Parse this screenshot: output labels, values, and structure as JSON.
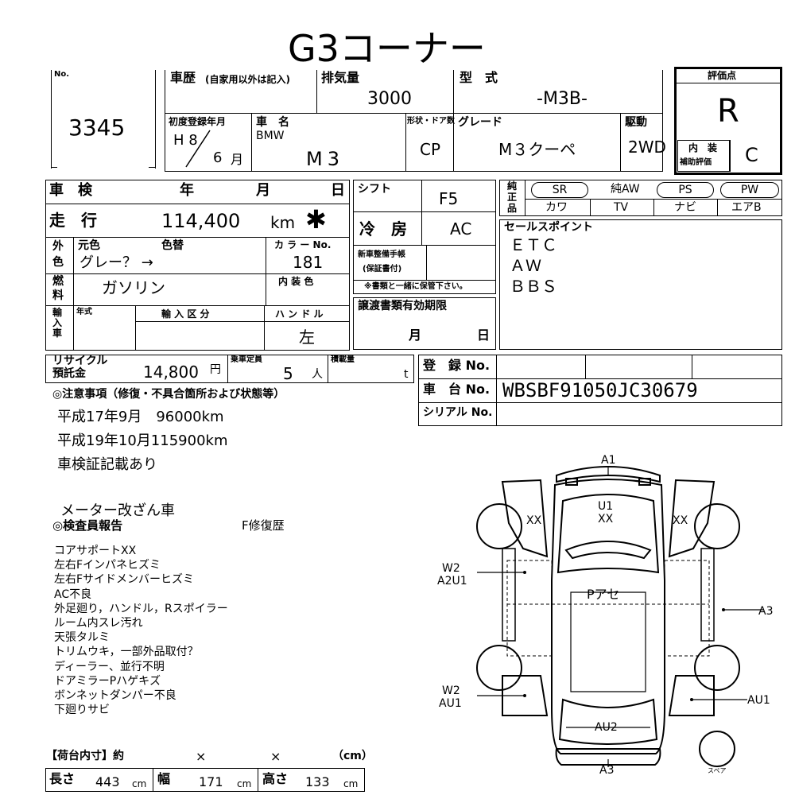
{
  "title": "G3コーナー",
  "lot": {
    "label": "No.",
    "number": "3345"
  },
  "history": {
    "label": "車歴",
    "note": "(自家用以外は記入)"
  },
  "displacement": {
    "label": "排気量",
    "value": "3000"
  },
  "model_type": {
    "label": "型　式",
    "value": "-M3B-"
  },
  "first_reg": {
    "label": "初度登録年月",
    "year": "H 8",
    "month": "6",
    "month_unit": "月"
  },
  "car_name": {
    "label": "車　名",
    "maker": "BMW",
    "model": "M3"
  },
  "body_doors": {
    "label": "形状・ドア数",
    "value": "CP"
  },
  "grade": {
    "label": "グレード",
    "value": "M３クーペ"
  },
  "drive": {
    "label": "駆動",
    "value": "2WD"
  },
  "score": {
    "label": "評価点",
    "value": "R",
    "interior_label_1": "内　装",
    "interior_label_2": "補助評価",
    "interior_value": "C"
  },
  "inspection": {
    "label": "車　検",
    "year": "年",
    "month": "月",
    "day": "日"
  },
  "shift": {
    "label": "シフト",
    "value": "F5"
  },
  "mileage": {
    "label": "走　行",
    "value": "114,400",
    "unit": "km",
    "mark": "✱"
  },
  "aircon": {
    "label": "冷　房",
    "value": "AC"
  },
  "equipment": {
    "label_1": "純",
    "label_2": "正",
    "label_3": "品",
    "top": [
      "SR",
      "純AW",
      "PS",
      "PW"
    ],
    "bottom": [
      "カワ",
      "TV",
      "ナビ",
      "エアB"
    ]
  },
  "color": {
    "label_1": "外",
    "label_2": "色",
    "original_label": "元色",
    "change_label": "色替",
    "value": "グレー？ →",
    "code_label": "カ ラ ー No.",
    "code": "181"
  },
  "maintenance": {
    "label_1": "新車整備手帳",
    "label_2": "(保証書付)",
    "note": "※書類と一緒に保管下さい。"
  },
  "sales_points": {
    "label": "セールスポイント",
    "items": [
      "ＥＴＣ",
      "ＡＷ",
      "ＢＢＳ"
    ]
  },
  "fuel": {
    "label_1": "燃",
    "label_2": "料",
    "value": "ガソリン",
    "interior_color_label": "内 装 色"
  },
  "import": {
    "label": "輸入車",
    "year_label": "年式",
    "class_label": "輸 入 区 分",
    "handle_label": "ハ ン ド ル",
    "handle_value": "左"
  },
  "transfer": {
    "label": "譲渡書類有効期限",
    "month": "月",
    "day": "日"
  },
  "recycle": {
    "label_1": "リサイクル",
    "label_2": "預託金",
    "value": "14,800",
    "unit": "円"
  },
  "capacity": {
    "label": "乗車定員",
    "value": "5",
    "unit": "人"
  },
  "load": {
    "label": "積載量",
    "unit": "t"
  },
  "registration": {
    "label": "登　録 No."
  },
  "chassis": {
    "label": "車　台 No.",
    "value": "WBSBF91050JC30679"
  },
  "serial": {
    "label": "シリアル No."
  },
  "notes": {
    "heading": "◎注意事項（修復・不具合箇所および状態等）",
    "lines": [
      "平成17年9月　96000km",
      "平成19年10月115900km",
      "車検証記載あり"
    ],
    "meter_note": "メーター改ざん車"
  },
  "inspector": {
    "heading": "◎検査員報告",
    "repair": "F修復歴",
    "lines": [
      "コアサポートXX",
      "左右Fインパネヒズミ",
      "左右Fサイドメンバーヒズミ",
      "AC不良",
      "外足廻り，ハンドル，Rスポイラー",
      "ルーム内スレ汚れ",
      "天張タルミ",
      "トリムウキ，一部外品取付？",
      "ディーラー、並行不明",
      "ドアミラーPハゲキズ",
      "ボンネットダンパー不良",
      "下廻りサビ"
    ]
  },
  "diagram": {
    "a1_top": "A1",
    "u1": "U1",
    "xx_center": "XX",
    "xx_left": "XX",
    "xx_right": "XX",
    "w2_a": "W2",
    "a2u1": "A2U1",
    "pase": "Pアセ",
    "a3_right": "A3",
    "w2_b": "W2",
    "au1_left": "AU1",
    "au1_right": "AU1",
    "au2": "AU2",
    "a3_bottom": "A3",
    "spare": "スペア"
  },
  "cargo": {
    "label": "【荷台内寸】約",
    "x1": "×",
    "x2": "×",
    "unit_label": "（cm）"
  },
  "dims": {
    "length_label": "長さ",
    "length": "443",
    "width_label": "幅",
    "width": "171",
    "height_label": "高さ",
    "height": "133",
    "unit": "cm"
  }
}
